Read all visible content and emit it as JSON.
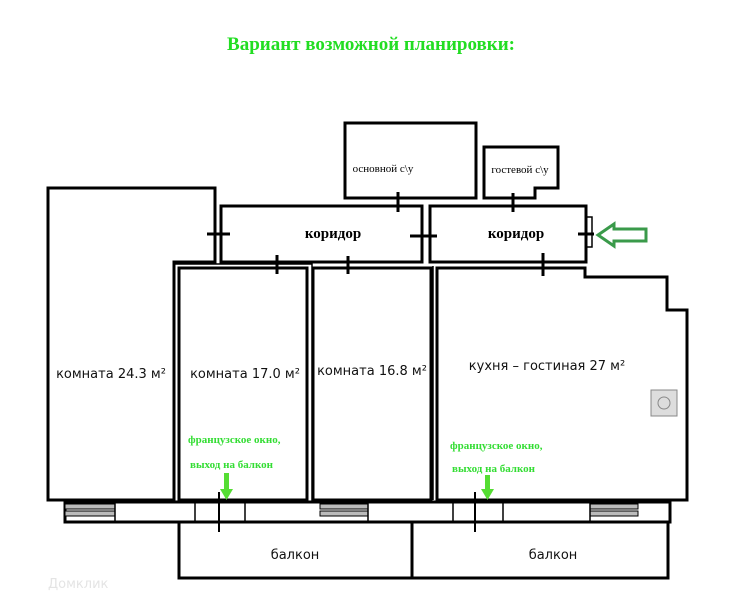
{
  "title": "Вариант возможной планировки:",
  "rooms": {
    "room1": "комната 24.3 м²",
    "room2": "комната 17.0 м²",
    "room3": "комната 16.8 м²",
    "kitchen": "кухня – гостиная 27 м²",
    "bath_main": "основной с\\у",
    "bath_guest": "гостевой с\\у",
    "corridor1": "коридор",
    "corridor2": "коридор",
    "balcony1": "балкон",
    "balcony2": "балкон"
  },
  "notes": {
    "note1_line1": "французское окно,",
    "note1_line2": "выход на балкон",
    "note2_line1": "французское окно,",
    "note2_line2": "выход на балкон"
  },
  "watermark": "Домклик",
  "colors": {
    "accent_green": "#22dd22",
    "entrance_arrow": "#3a9a4a"
  }
}
